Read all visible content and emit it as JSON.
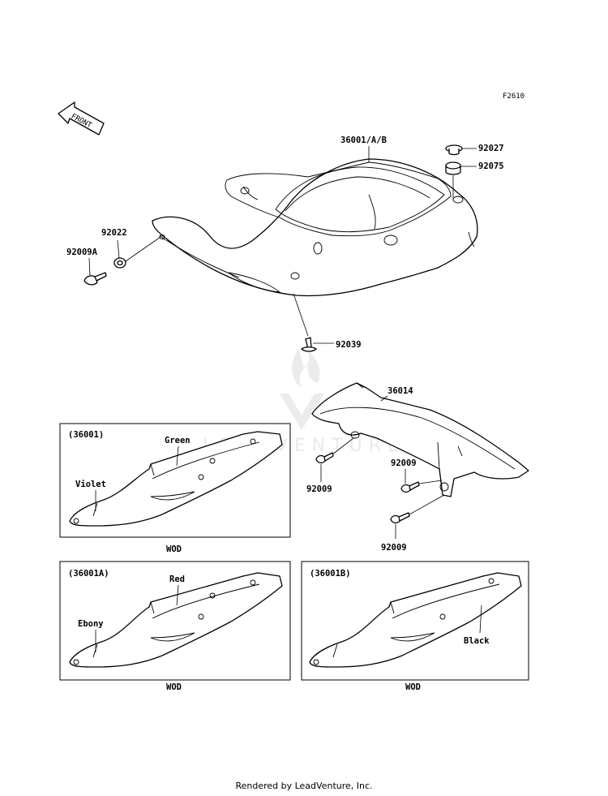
{
  "figure_code": "F2610",
  "front_arrow_label": "FRONT",
  "watermark_text": "LEADVENTURE",
  "callouts": {
    "seat_cowl": "36001/A/B",
    "p92027": "92027",
    "p92075": "92075",
    "p92022": "92022",
    "p92009a": "92009A",
    "p92039": "92039",
    "p36014": "36014",
    "p92009_left": "92009",
    "p92009_mid": "92009",
    "p92009_bottom": "92009"
  },
  "variants": [
    {
      "code": "(36001)",
      "colors": [
        "Green",
        "Violet"
      ],
      "note": "WOD"
    },
    {
      "code": "(36001A)",
      "colors": [
        "Red",
        "Ebony"
      ],
      "note": "WOD"
    },
    {
      "code": "(36001B)",
      "colors": [
        "Black"
      ],
      "note": "WOD"
    }
  ],
  "footer": "Rendered by LeadVenture, Inc."
}
